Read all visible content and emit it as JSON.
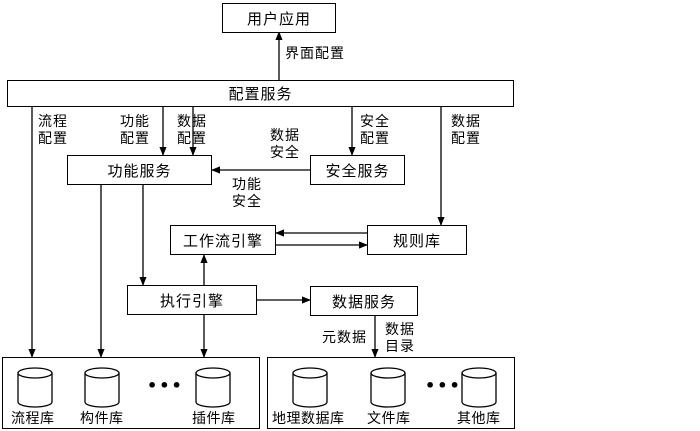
{
  "nodes": {
    "user_app": "用户应用",
    "config_service": "配置服务",
    "function_service": "功能服务",
    "security_service": "安全服务",
    "workflow_engine": "工作流引擎",
    "rule_library": "规则库",
    "execution_engine": "执行引擎",
    "data_service": "数据服务"
  },
  "edge_labels": {
    "ui_config": "界面配置",
    "process_config": [
      "流程",
      "配置"
    ],
    "function_config": [
      "功能",
      "配置"
    ],
    "data_config_1": [
      "数据",
      "配置"
    ],
    "security_config": [
      "安全",
      "配置"
    ],
    "data_config_2": [
      "数据",
      "配置"
    ],
    "data_security": [
      "数据",
      "安全"
    ],
    "function_security": [
      "功能",
      "安全"
    ],
    "metadata": "元数据",
    "data_catalog": [
      "数据",
      "目录"
    ]
  },
  "left_group": {
    "databases": [
      "流程库",
      "构件库",
      "插件库"
    ],
    "ellipsis": "•••"
  },
  "right_group": {
    "databases": [
      "地理数据库",
      "文件库",
      "其他库"
    ],
    "ellipsis": "•••"
  }
}
